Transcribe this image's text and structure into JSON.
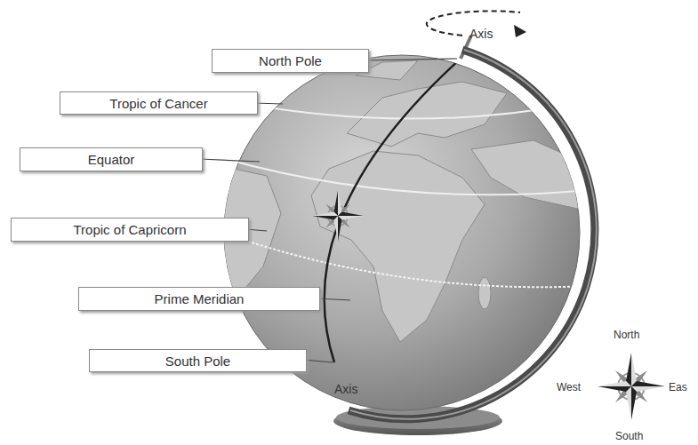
{
  "diagram": {
    "nodes": [
      {
        "text": [
          "North Pole"
        ]
      },
      {
        "text": [
          "Tropic of Cancer"
        ]
      },
      {
        "text": [
          "Equator"
        ]
      },
      {
        "text": [
          "Tropic of Capricorn"
        ]
      },
      {
        "text": [
          "Prime Meridian"
        ]
      },
      {
        "text": [
          "South Pole"
        ]
      }
    ],
    "labels": [
      "Axis",
      "Axis",
      "North",
      "West",
      "Eas",
      "South"
    ]
  }
}
